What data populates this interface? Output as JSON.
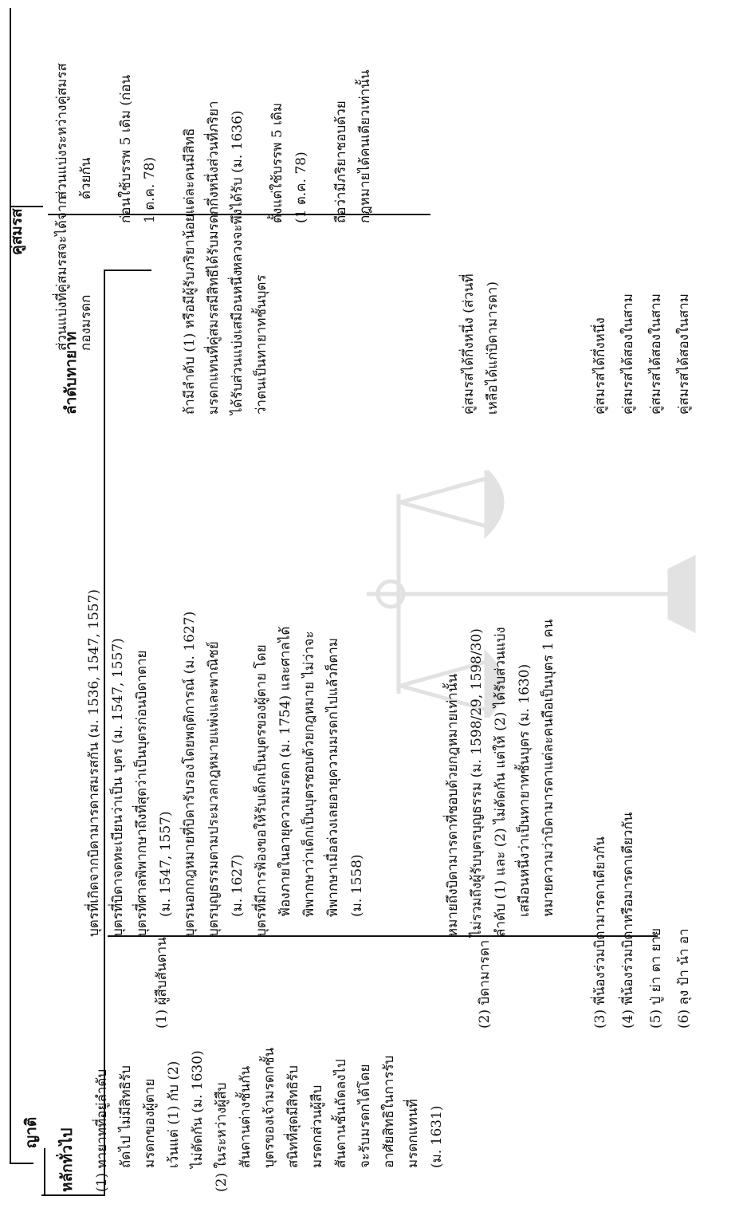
{
  "colors": {
    "line": "#111111",
    "text": "#111111",
    "watermark": "#9a9a9a"
  },
  "headers": {
    "kin": "ญาติ",
    "spouse": "คู่สมรส",
    "general": "หลักทั่วไป",
    "heir_order": "ลำดับทายาท"
  },
  "general": {
    "r1": "(1)  ทายาทที่อยู่ลำดับ",
    "r2": "ถัดไป ไม่มีสิทธิรับ",
    "r3": "มรดกของผู้ตาย",
    "r4": "เว้นแต่ (1) กับ (2)",
    "r5": "ไม่ตัดกัน (ม. 1630)",
    "r6": "(2)  ในระหว่างผู้สืบ",
    "r7": "สันดานต่างชั้นกัน",
    "r8": "บุตรของเจ้ามรดกชั้น",
    "r9": "สนิทที่สุดมีสิทธิรับ",
    "r10": "มรดกส่วนผู้สืบ",
    "r11": "สันดานชั้นถัดลงไป",
    "r12": "จะรับมรดกได้โดย",
    "r13": "อาศัยสิทธิในการรับ",
    "r14": "มรดกแทนที่",
    "r15": "(ม. 1631)"
  },
  "descendants": {
    "label": "(1)  ผู้สืบสันดาน",
    "i1": "บุตรที่เกิดจากบิดามารดาสมรสกัน (ม. 1536, 1547, 1557)",
    "i2": "บุตรที่บิดาจดทะเบียนว่าเป็น บุตร (ม. 1547, 1557)",
    "i3": "บุตรที่ศาลพิพากษาถึงที่สุดว่าเป็นบุตรก่อนบิดาตาย",
    "i3b": "(ม. 1547, 1557)",
    "i4": "บุตรนอกกฎหมายที่บิดารับรองโดยพฤติการณ์ (ม. 1627)",
    "i5": "บุตรบุญธรรมตามประมวลกฎหมายแพ่งและพาณิชย์",
    "i5b": "(ม. 1627)",
    "i6": "บุตรที่มีการฟ้องขอให้รับเด็กเป็นบุตรของผู้ตาย โดย",
    "i6b": "ฟ้องภายในอายุความมรดก (ม. 1754) และศาลได้",
    "i6c": "พิพากษาว่าเด็กเป็นบุตรชอบด้วยกฎหมาย ไม่ว่าจะ",
    "i6d": "พิพากษาเมื่อล่วงเลยอายุความมรดกไปแล้วก็ตาม",
    "i6e": "(ม. 1558)"
  },
  "parents": {
    "label": "(2)  บิดามารดา",
    "p1": "หมายถึงบิดามารดาที่ชอบด้วยกฎหมายเท่านั้น",
    "p2": "ไม่รวมถึงผู้รับบุตรบุญธรรม (ม. 1598/29, 1598/30)",
    "p3": "ลำดับ (1) และ (2) ไม่ตัดกัน แต่ให้ (2) ได้รับส่วนแบ่ง",
    "p3b": "เสมือนหนึ่งว่าเป็นทายาทชั้นบุตร (ม. 1630)",
    "p4": "หมายความว่าบิดามารดาแต่ละคนถือเป็นบุตร 1 คน"
  },
  "others": {
    "o3": "(3)  พี่น้องร่วมบิดามารดาเดียวกัน",
    "o4": "(4)  พี่น้องร่วมบิดาหรือมารดาเดียวกัน",
    "o5": "(5)  ปู่ ย่า ตา ยาย",
    "o6": "(6)  ลุง ป้า น้า อา"
  },
  "spouse_share": {
    "s1": "ส่วนแบ่งที่คู่สมรสจะได้จาก",
    "s2": "กองมรดก",
    "d1": "ส่วนแบ่งระหว่างคู่สมรส",
    "d2": "ด้วยกัน",
    "b1": "ก่อนใช้บรรพ 5 เดิม (ก่อน",
    "b2": "1 ต.ค. 78)",
    "w1": "ภริยาน้อยแต่ละคนมีสิทธิ",
    "w2": "ได้รับมรดกกึ่งหนึ่งส่วนที่ภริยา",
    "w3": "หลวงจะพึงได้รับ (ม. 1636)",
    "a1": "ตั้งแต่ใช้บรรพ 5 เดิม",
    "a2": "(1 ต.ค. 78)",
    "l1": "ถือว่ามีภริยาชอบด้วย",
    "l2": "กฎหมายได้คนเดียวเท่านั้น",
    "c1": "ถ้ามีลำดับ (1) หรือมีผู้รับ",
    "c2": "มรดกแทนที่คู่สมรสมีสิทธิ",
    "c3": "ได้รับส่วนแบ่งเสมือนหนึ่ง",
    "c4": "ว่าตนเป็นทายาทชั้นบุตร",
    "h1": "คู่สมรสได้กึ่งหนึ่ง (ส่วนที่",
    "h2": "เหลือได้แก่บิดามารดา)",
    "r3": "คู่สมรสได้กึ่งหนึ่ง",
    "r4": "คู่สมรสได้สองในสาม",
    "r5": "คู่สมรสได้สองในสาม",
    "r6": "คู่สมรสได้สองในสาม"
  }
}
